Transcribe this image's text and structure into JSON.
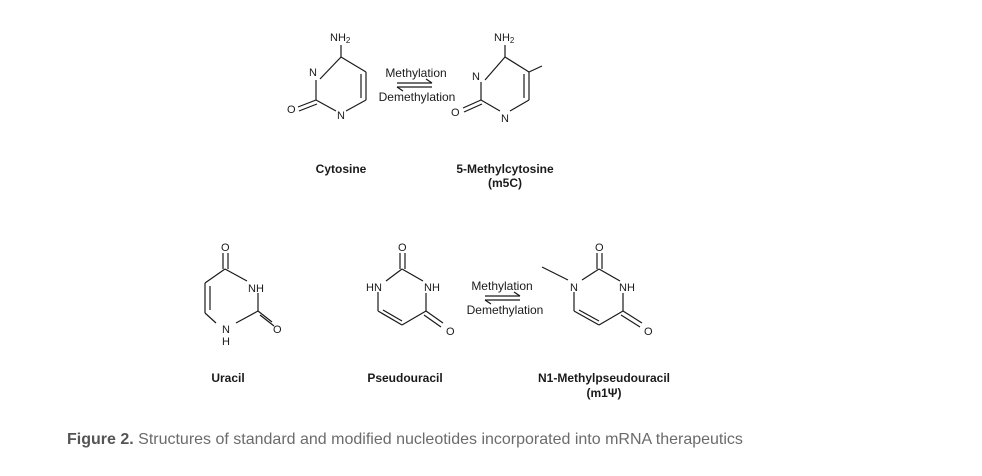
{
  "molecules": {
    "cytosine": {
      "name": "Cytosine",
      "amine": "NH",
      "amine_sub": "2",
      "n3": "N",
      "n1": "N",
      "o2": "O"
    },
    "m5c": {
      "name": "5-Methylcytosine",
      "abbr": "(m5C)",
      "amine": "NH",
      "amine_sub": "2",
      "n3": "N",
      "n1": "N",
      "o2": "O"
    },
    "uracil": {
      "name": "Uracil",
      "o4": "O",
      "nh3": "NH",
      "n1": "N",
      "h1": "H",
      "o2": "O"
    },
    "pseudouracil": {
      "name": "Pseudouracil",
      "o2": "O",
      "hn1": "HN",
      "nh3": "NH",
      "o4": "O"
    },
    "m1psi": {
      "name": "N1-Methylpseudouracil",
      "abbr": "(m1Ψ)",
      "o2": "O",
      "n1": "N",
      "nh3": "NH",
      "o4": "O"
    }
  },
  "arrows": [
    {
      "forward": "Methylation",
      "reverse": "Demethylation"
    },
    {
      "forward": "Methylation",
      "reverse": "Demethylation"
    }
  ],
  "caption": {
    "label": "Figure 2.",
    "text": "Structures of standard and modified nucleotides incorporated into mRNA therapeutics"
  }
}
